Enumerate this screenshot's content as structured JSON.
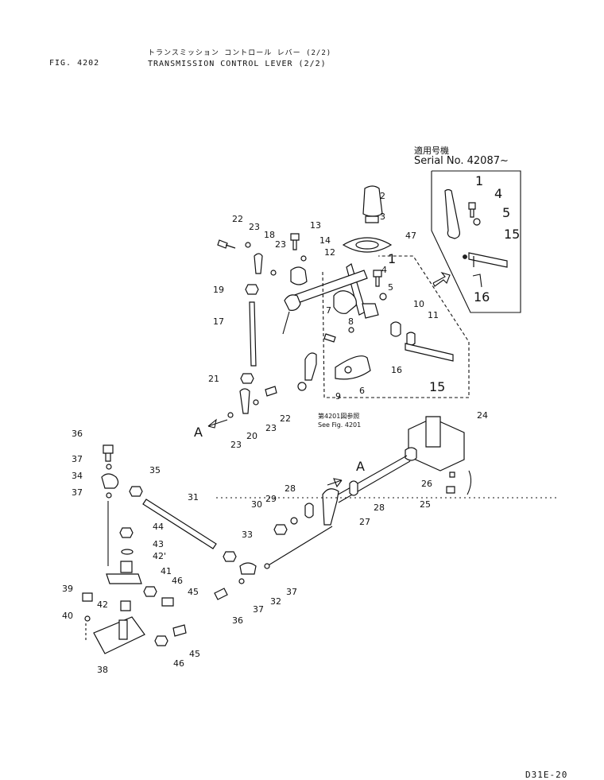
{
  "header": {
    "figure_number": "FIG. 4202",
    "title_japanese": "トランスミッション コントロール レバー (2/2)",
    "title_english": "TRANSMISSION CONTROL LEVER (2/2)"
  },
  "serial_box": {
    "label_japanese": "適用号機",
    "label_english": "Serial No. 42087~"
  },
  "reference_note": {
    "japanese": "第4201図参照",
    "english": "See Fig. 4201"
  },
  "drawing_code": "D31E-20",
  "callouts": [
    {
      "id": "c2",
      "label": "2"
    },
    {
      "id": "c3",
      "label": "3"
    },
    {
      "id": "c47",
      "label": "47"
    },
    {
      "id": "c22a",
      "label": "22"
    },
    {
      "id": "c23a",
      "label": "23"
    },
    {
      "id": "c13",
      "label": "13"
    },
    {
      "id": "c18",
      "label": "18"
    },
    {
      "id": "c14",
      "label": "14"
    },
    {
      "id": "c23b",
      "label": "23"
    },
    {
      "id": "c12",
      "label": "12"
    },
    {
      "id": "c1",
      "label": "1"
    },
    {
      "id": "c4",
      "label": "4"
    },
    {
      "id": "c5",
      "label": "5"
    },
    {
      "id": "c19",
      "label": "19"
    },
    {
      "id": "c7",
      "label": "7"
    },
    {
      "id": "c8",
      "label": "8"
    },
    {
      "id": "c10",
      "label": "10"
    },
    {
      "id": "c11",
      "label": "11"
    },
    {
      "id": "c17",
      "label": "17"
    },
    {
      "id": "c16",
      "label": "16"
    },
    {
      "id": "c6",
      "label": "6"
    },
    {
      "id": "c15",
      "label": "15"
    },
    {
      "id": "c21",
      "label": "21"
    },
    {
      "id": "c9",
      "label": "9"
    },
    {
      "id": "c22b",
      "label": "22"
    },
    {
      "id": "c23c",
      "label": "23"
    },
    {
      "id": "c20",
      "label": "20"
    },
    {
      "id": "c23d",
      "label": "23"
    },
    {
      "id": "cA1",
      "label": "A"
    },
    {
      "id": "c24",
      "label": "24"
    },
    {
      "id": "c36a",
      "label": "36"
    },
    {
      "id": "c37a",
      "label": "37"
    },
    {
      "id": "c34",
      "label": "34"
    },
    {
      "id": "c35",
      "label": "35"
    },
    {
      "id": "c37b",
      "label": "37"
    },
    {
      "id": "c31",
      "label": "31"
    },
    {
      "id": "cA2",
      "label": "A"
    },
    {
      "id": "c26",
      "label": "26"
    },
    {
      "id": "c25",
      "label": "25"
    },
    {
      "id": "c28a",
      "label": "28"
    },
    {
      "id": "c29",
      "label": "29"
    },
    {
      "id": "c28b",
      "label": "28"
    },
    {
      "id": "c30",
      "label": "30"
    },
    {
      "id": "c27",
      "label": "27"
    },
    {
      "id": "c44",
      "label": "44"
    },
    {
      "id": "c43",
      "label": "43"
    },
    {
      "id": "c42a",
      "label": "42'"
    },
    {
      "id": "c33",
      "label": "33"
    },
    {
      "id": "c41",
      "label": "41"
    },
    {
      "id": "c46a",
      "label": "46"
    },
    {
      "id": "c39",
      "label": "39"
    },
    {
      "id": "c45a",
      "label": "45"
    },
    {
      "id": "c42b",
      "label": "42"
    },
    {
      "id": "c37c",
      "label": "37"
    },
    {
      "id": "c32",
      "label": "32"
    },
    {
      "id": "c40",
      "label": "40"
    },
    {
      "id": "c36b",
      "label": "36"
    },
    {
      "id": "c37d",
      "label": "37"
    },
    {
      "id": "c45b",
      "label": "45"
    },
    {
      "id": "c46b",
      "label": "46"
    },
    {
      "id": "c38",
      "label": "38"
    },
    {
      "id": "s1",
      "label": "1"
    },
    {
      "id": "s4",
      "label": "4"
    },
    {
      "id": "s5",
      "label": "5"
    },
    {
      "id": "s15",
      "label": "15"
    },
    {
      "id": "s16",
      "label": "16"
    }
  ]
}
